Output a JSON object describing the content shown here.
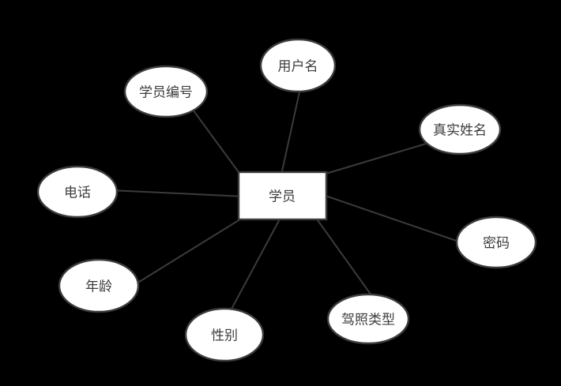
{
  "diagram": {
    "type": "entity-attribute-diagram",
    "entity": {
      "label": "学员"
    },
    "attributes": [
      {
        "label": "学员编号"
      },
      {
        "label": "用户名"
      },
      {
        "label": "真实姓名"
      },
      {
        "label": "密码"
      },
      {
        "label": "驾照类型"
      },
      {
        "label": "性别"
      },
      {
        "label": "年龄"
      },
      {
        "label": "电话"
      }
    ],
    "connections": [
      {
        "from": "学员",
        "to": "学员编号"
      },
      {
        "from": "学员",
        "to": "用户名"
      },
      {
        "from": "学员",
        "to": "真实姓名"
      },
      {
        "from": "学员",
        "to": "密码"
      },
      {
        "from": "学员",
        "to": "驾照类型"
      },
      {
        "from": "学员",
        "to": "性别"
      },
      {
        "from": "学员",
        "to": "年龄"
      },
      {
        "from": "学员",
        "to": "电话"
      }
    ],
    "colors": {
      "background": "#000000",
      "shape_fill": "#ffffff",
      "stroke": "#3b3b3b",
      "text": "#3d3d3d"
    }
  }
}
